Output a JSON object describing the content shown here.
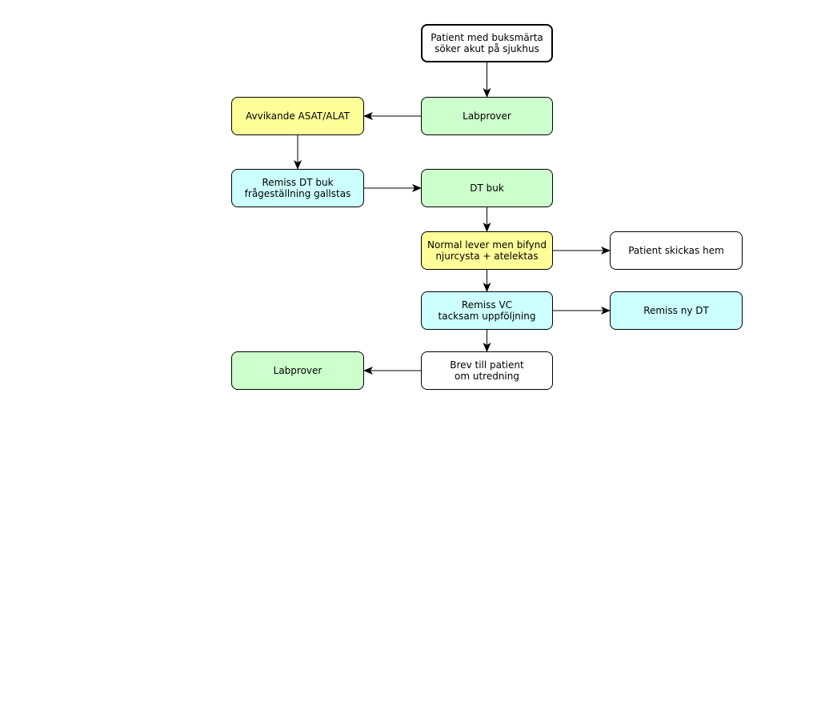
{
  "colors": {
    "green": "#ccffcc",
    "yellow": "#ffff99",
    "cyan": "#ccffff",
    "white": "#ffffff"
  },
  "nodes": {
    "start": {
      "label": "Patient med buksmärta\nsöker akut på sjukhus",
      "fill": "white"
    },
    "labprover_1": {
      "label": "Labprover",
      "fill": "green"
    },
    "avvikande": {
      "label": "Avvikande ASAT/ALAT",
      "fill": "yellow"
    },
    "remiss_dt": {
      "label": "Remiss DT buk\nfrågeställning gallstas",
      "fill": "cyan"
    },
    "dt_buk": {
      "label": "DT buk",
      "fill": "green"
    },
    "normal_lever": {
      "label": "Normal lever men bifynd\nnjurcysta + atelektas",
      "fill": "yellow"
    },
    "skickas_hem": {
      "label": "Patient skickas hem",
      "fill": "white"
    },
    "remiss_vc": {
      "label": "Remiss VC\ntacksam uppföljning",
      "fill": "cyan"
    },
    "remiss_ny_dt": {
      "label": "Remiss ny DT",
      "fill": "cyan"
    },
    "brev": {
      "label": "Brev till patient\nom utredning",
      "fill": "white"
    },
    "labprover_2": {
      "label": "Labprover",
      "fill": "green"
    }
  },
  "edges": [
    {
      "from": "start",
      "to": "labprover_1"
    },
    {
      "from": "labprover_1",
      "to": "avvikande"
    },
    {
      "from": "avvikande",
      "to": "remiss_dt"
    },
    {
      "from": "remiss_dt",
      "to": "dt_buk"
    },
    {
      "from": "dt_buk",
      "to": "normal_lever"
    },
    {
      "from": "normal_lever",
      "to": "skickas_hem"
    },
    {
      "from": "normal_lever",
      "to": "remiss_vc"
    },
    {
      "from": "remiss_vc",
      "to": "remiss_ny_dt"
    },
    {
      "from": "remiss_vc",
      "to": "brev"
    },
    {
      "from": "brev",
      "to": "labprover_2"
    }
  ]
}
